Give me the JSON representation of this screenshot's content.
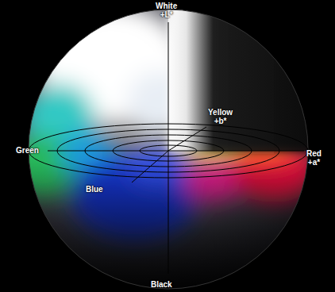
{
  "diagram": {
    "labels": [
      "White +L*",
      "Yellow +b*",
      "Green",
      "Red +a*",
      "Blue",
      "Black"
    ]
  }
}
